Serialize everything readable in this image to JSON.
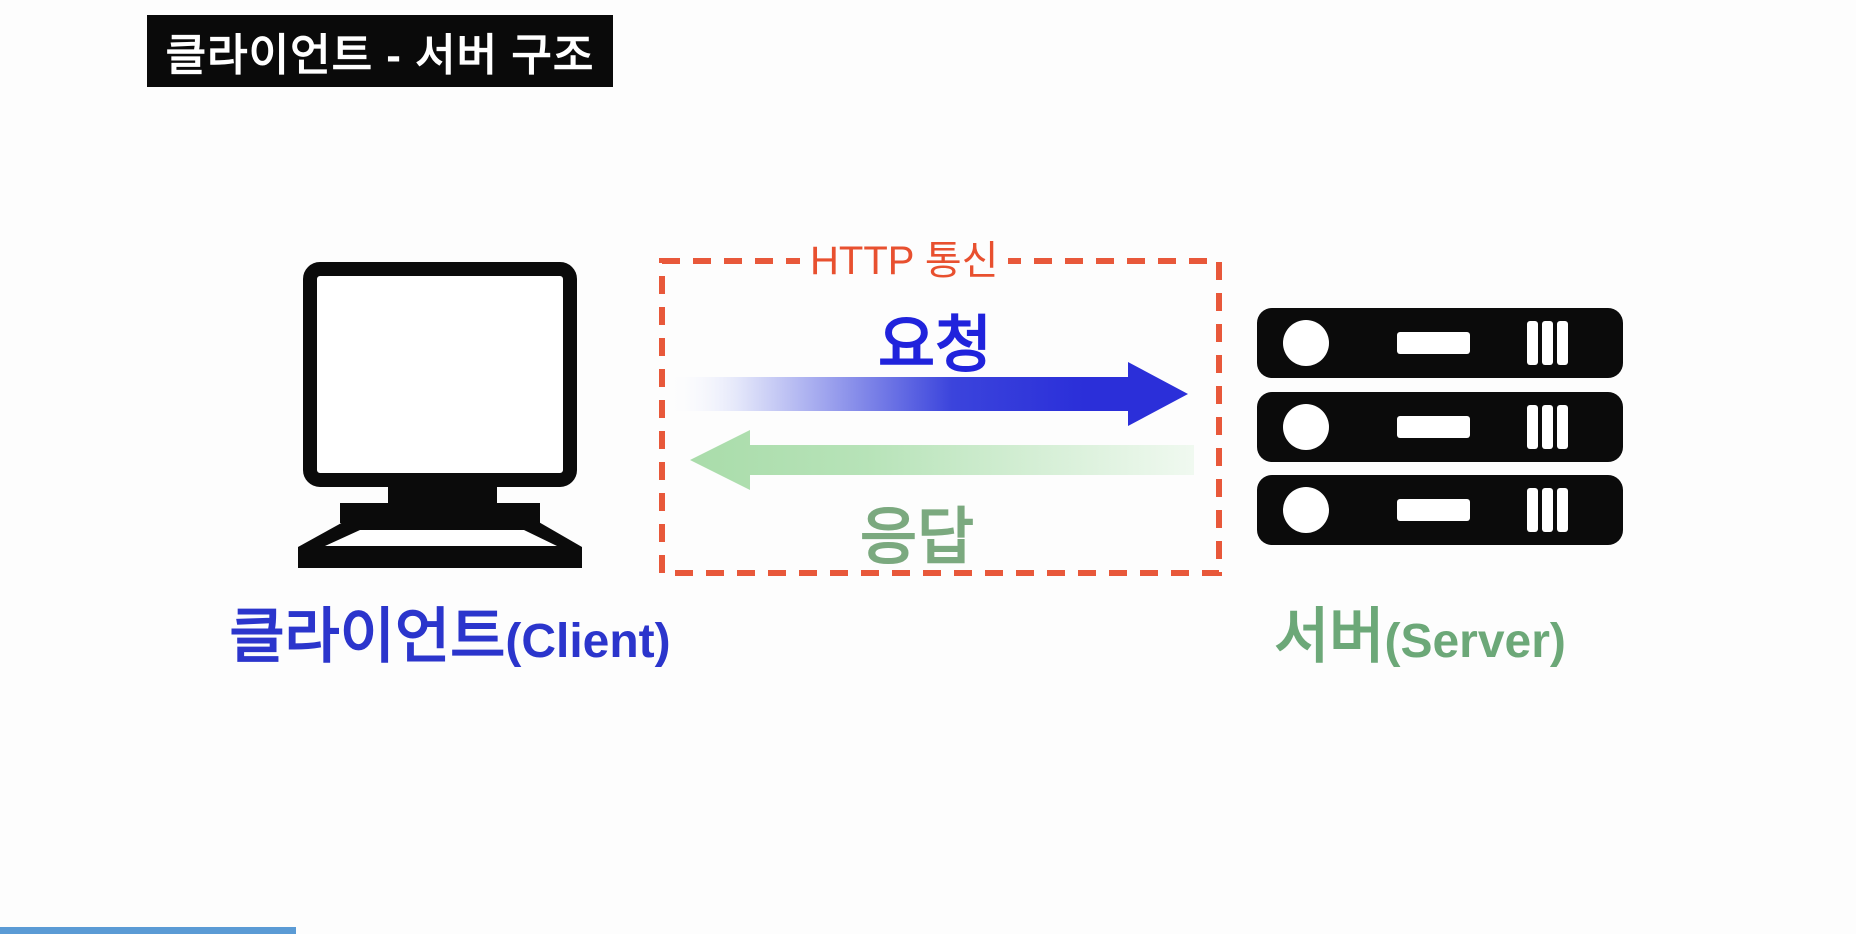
{
  "page": {
    "background": "#fdfdfd"
  },
  "header": {
    "title": "클라이언트 - 서버 구조",
    "bg_color": "#0a0a0a",
    "text_color": "#ffffff"
  },
  "client": {
    "icon": "desktop-computer-icon",
    "label_ko": "클라이언트",
    "label_en": "(Client)",
    "label_color": "#2b35cc"
  },
  "server": {
    "icon": "server-stack-icon",
    "unit_count": 3,
    "label_ko": "서버",
    "label_en": "(Server)",
    "label_color": "#6ca878"
  },
  "http_zone": {
    "label": "HTTP 통신",
    "border_color": "#e8583a",
    "border_style": "dashed",
    "label_color": "#e8502f"
  },
  "request_flow": {
    "label": "요청",
    "label_color": "#2023dc",
    "arrow_color": "#2b2fd9",
    "direction": "left-to-right"
  },
  "response_flow": {
    "label": "응답",
    "label_color": "#7ba97f",
    "arrow_color": "#a9dcaa",
    "direction": "right-to-left"
  },
  "footer": {
    "progress_bar_color": "#5b9bd5"
  }
}
